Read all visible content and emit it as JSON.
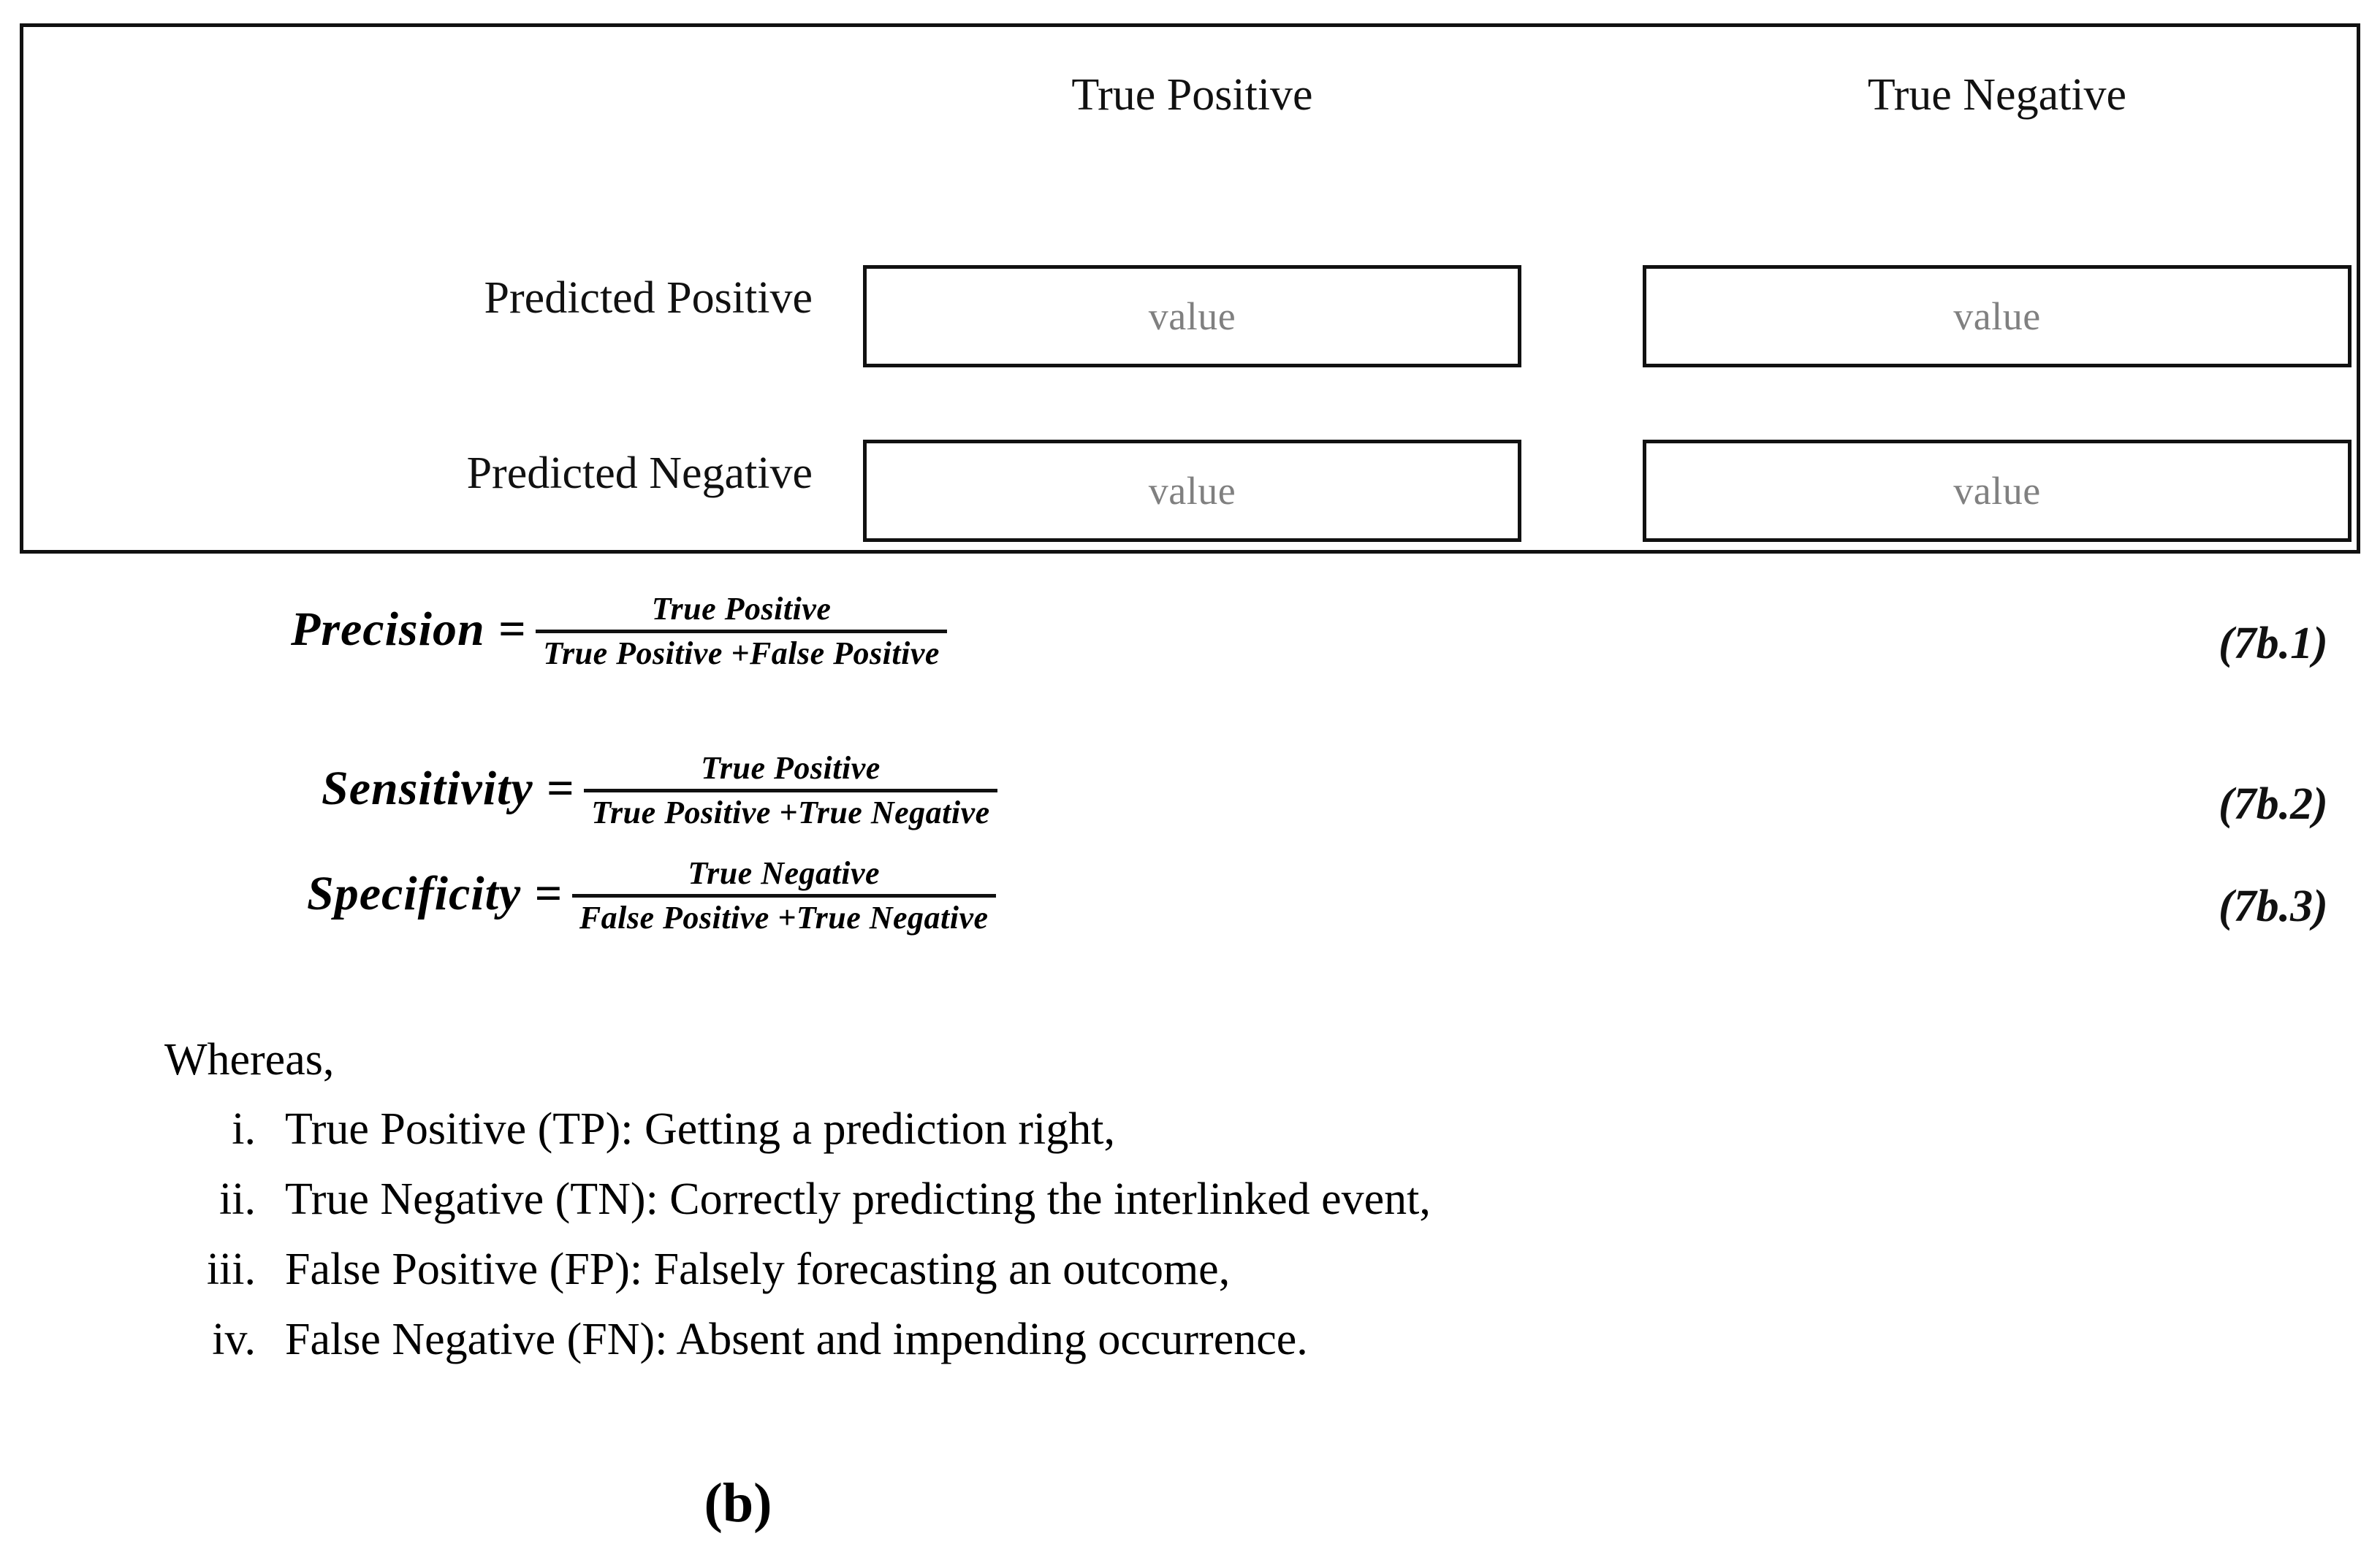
{
  "matrix": {
    "column_headers": [
      "True Positive",
      "True Negative"
    ],
    "row_labels": [
      "Predicted Positive",
      "Predicted Negative"
    ],
    "cells": [
      [
        "value",
        "value"
      ],
      [
        "value",
        "value"
      ]
    ]
  },
  "equations": [
    {
      "name": "Precision",
      "equals": "=",
      "numerator": "True Positive",
      "denominator": "True Positive +False Positive",
      "number": "(7b.1)"
    },
    {
      "name": "Sensitivity",
      "equals": "=",
      "numerator": "True Positive",
      "denominator": "True Positive +True Negative",
      "number": "(7b.2)"
    },
    {
      "name": "Specificity",
      "equals": "=",
      "numerator": "True Negative",
      "denominator": "False Positive +True Negative",
      "number": "(7b.3)"
    }
  ],
  "whereas": {
    "label": "Whereas,",
    "items": [
      {
        "marker": "i.",
        "text": "True Positive (TP): Getting a prediction right,"
      },
      {
        "marker": "ii.",
        "text": "True Negative (TN): Correctly predicting the interlinked event,"
      },
      {
        "marker": "iii.",
        "text": "False Positive (FP): Falsely forecasting an outcome,"
      },
      {
        "marker": "iv.",
        "text": "False Negative (FN): Absent and impending occurrence."
      }
    ]
  },
  "caption": "(b)",
  "colors": {
    "text": "#111111",
    "placeholder": "#808080",
    "border": "#111111",
    "background": "#ffffff"
  }
}
